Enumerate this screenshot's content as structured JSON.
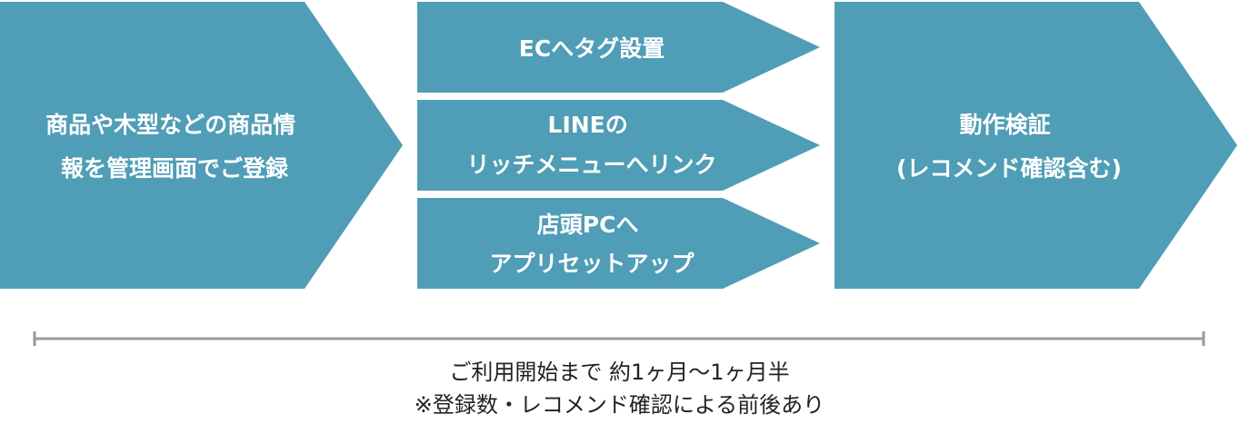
{
  "colors": {
    "arrow": "#4f9db6",
    "text_on_arrow": "#ffffff",
    "timeline": "#9a9a9a",
    "note_text": "#222222"
  },
  "steps": [
    {
      "lines": [
        "商品や木型などの商品情",
        "報を管理画面でご登録"
      ]
    },
    {
      "lines": [
        "ECへタグ設置"
      ]
    },
    {
      "lines": [
        "LINEの",
        "リッチメニューへリンク"
      ]
    },
    {
      "lines": [
        "店頭PCへ",
        "アプリセットアップ"
      ]
    },
    {
      "lines": [
        "動作検証",
        "(レコメンド確認含む)"
      ]
    }
  ],
  "timeline": {
    "duration": "ご利用開始まで 約1ヶ月〜1ヶ月半",
    "note": "※登録数・レコメンド確認による前後あり"
  }
}
